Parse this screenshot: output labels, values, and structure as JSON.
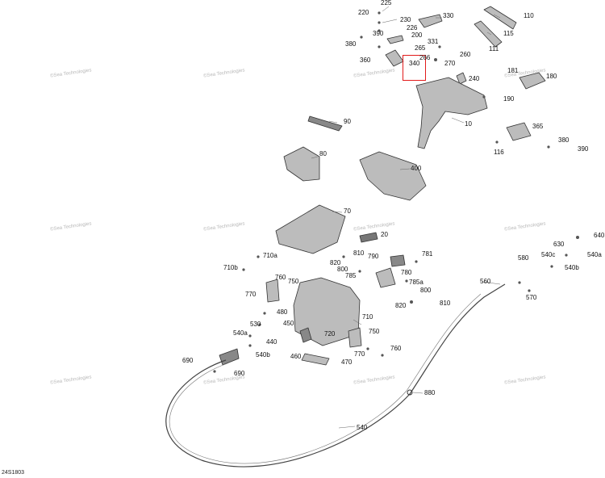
{
  "diagram": {
    "drawing_code": "24S1803",
    "highlight_label": "340",
    "watermark_text": "©Sea Technologies",
    "labels": [
      {
        "id": "225",
        "text": "225"
      },
      {
        "id": "220",
        "text": "220"
      },
      {
        "id": "230",
        "text": "230"
      },
      {
        "id": "226",
        "text": "226"
      },
      {
        "id": "330",
        "text": "330"
      },
      {
        "id": "110",
        "text": "110"
      },
      {
        "id": "390a",
        "text": "390"
      },
      {
        "id": "200",
        "text": "200"
      },
      {
        "id": "115",
        "text": "115"
      },
      {
        "id": "380a",
        "text": "380"
      },
      {
        "id": "331",
        "text": "331"
      },
      {
        "id": "265",
        "text": "265"
      },
      {
        "id": "111",
        "text": "111"
      },
      {
        "id": "260",
        "text": "260"
      },
      {
        "id": "360",
        "text": "360"
      },
      {
        "id": "340",
        "text": "340"
      },
      {
        "id": "266",
        "text": "266"
      },
      {
        "id": "270",
        "text": "270"
      },
      {
        "id": "181",
        "text": "181"
      },
      {
        "id": "180",
        "text": "180"
      },
      {
        "id": "240",
        "text": "240"
      },
      {
        "id": "190",
        "text": "190"
      },
      {
        "id": "90",
        "text": "90"
      },
      {
        "id": "10",
        "text": "10"
      },
      {
        "id": "365",
        "text": "365"
      },
      {
        "id": "380b",
        "text": "380"
      },
      {
        "id": "116",
        "text": "116"
      },
      {
        "id": "390b",
        "text": "390"
      },
      {
        "id": "80",
        "text": "80"
      },
      {
        "id": "400",
        "text": "400"
      },
      {
        "id": "70",
        "text": "70"
      },
      {
        "id": "20",
        "text": "20"
      },
      {
        "id": "640",
        "text": "640"
      },
      {
        "id": "630",
        "text": "630"
      },
      {
        "id": "540c",
        "text": "540c"
      },
      {
        "id": "540a_r",
        "text": "540a"
      },
      {
        "id": "580",
        "text": "580"
      },
      {
        "id": "540b_r",
        "text": "540b"
      },
      {
        "id": "710a",
        "text": "710a"
      },
      {
        "id": "810a",
        "text": "810"
      },
      {
        "id": "790",
        "text": "790"
      },
      {
        "id": "781",
        "text": "781"
      },
      {
        "id": "710b",
        "text": "710b"
      },
      {
        "id": "820a",
        "text": "820"
      },
      {
        "id": "760a",
        "text": "760"
      },
      {
        "id": "750a",
        "text": "750"
      },
      {
        "id": "800a",
        "text": "800"
      },
      {
        "id": "785",
        "text": "785"
      },
      {
        "id": "780",
        "text": "780"
      },
      {
        "id": "770a",
        "text": "770"
      },
      {
        "id": "785a",
        "text": "785a"
      },
      {
        "id": "560",
        "text": "560"
      },
      {
        "id": "800b",
        "text": "800"
      },
      {
        "id": "570",
        "text": "570"
      },
      {
        "id": "820b",
        "text": "820"
      },
      {
        "id": "810b",
        "text": "810"
      },
      {
        "id": "480",
        "text": "480"
      },
      {
        "id": "710",
        "text": "710"
      },
      {
        "id": "530",
        "text": "530"
      },
      {
        "id": "450",
        "text": "450"
      },
      {
        "id": "540a_l",
        "text": "540a"
      },
      {
        "id": "720",
        "text": "720"
      },
      {
        "id": "750b",
        "text": "750"
      },
      {
        "id": "440",
        "text": "440"
      },
      {
        "id": "540b_l",
        "text": "540b"
      },
      {
        "id": "760b",
        "text": "760"
      },
      {
        "id": "460",
        "text": "460"
      },
      {
        "id": "770b",
        "text": "770"
      },
      {
        "id": "470",
        "text": "470"
      },
      {
        "id": "690a",
        "text": "690"
      },
      {
        "id": "690b",
        "text": "690"
      },
      {
        "id": "880",
        "text": "880"
      },
      {
        "id": "540",
        "text": "540"
      }
    ]
  }
}
